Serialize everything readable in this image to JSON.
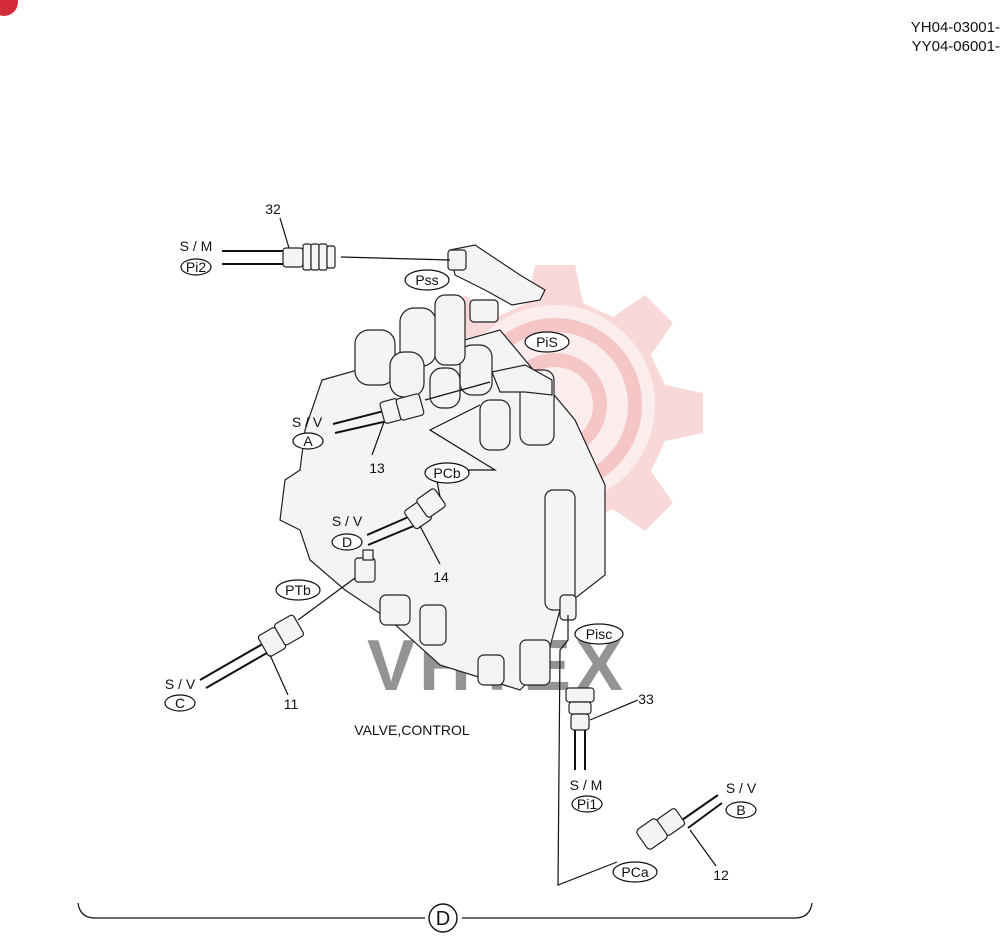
{
  "header": {
    "serial_1": "YH04-03001-",
    "serial_2": "YY04-06001-"
  },
  "diagram": {
    "title": "VALVE,CONTROL",
    "section_mark": "D",
    "ports": [
      "Pss",
      "PiS",
      "PCb",
      "PTb",
      "Pisc",
      "PCa"
    ],
    "parts": [
      {
        "no": "32",
        "conn_top": "S / M",
        "conn_bottom": "Pi2"
      },
      {
        "no": "13",
        "conn_top": "S / V",
        "conn_bottom": "A"
      },
      {
        "no": "14",
        "conn_top": "S / V",
        "conn_bottom": "D"
      },
      {
        "no": "11",
        "conn_top": "S / V",
        "conn_bottom": "C"
      },
      {
        "no": "33",
        "conn_top": "S / M",
        "conn_bottom": "Pi1"
      },
      {
        "no": "12",
        "conn_top": "S / V",
        "conn_bottom": "B"
      }
    ]
  },
  "watermark": {
    "text": "VHTEX",
    "color": "#e88a8a",
    "icon": "gear-logo-icon"
  },
  "colors": {
    "line": "#111111",
    "badge": "#d42b3a"
  }
}
